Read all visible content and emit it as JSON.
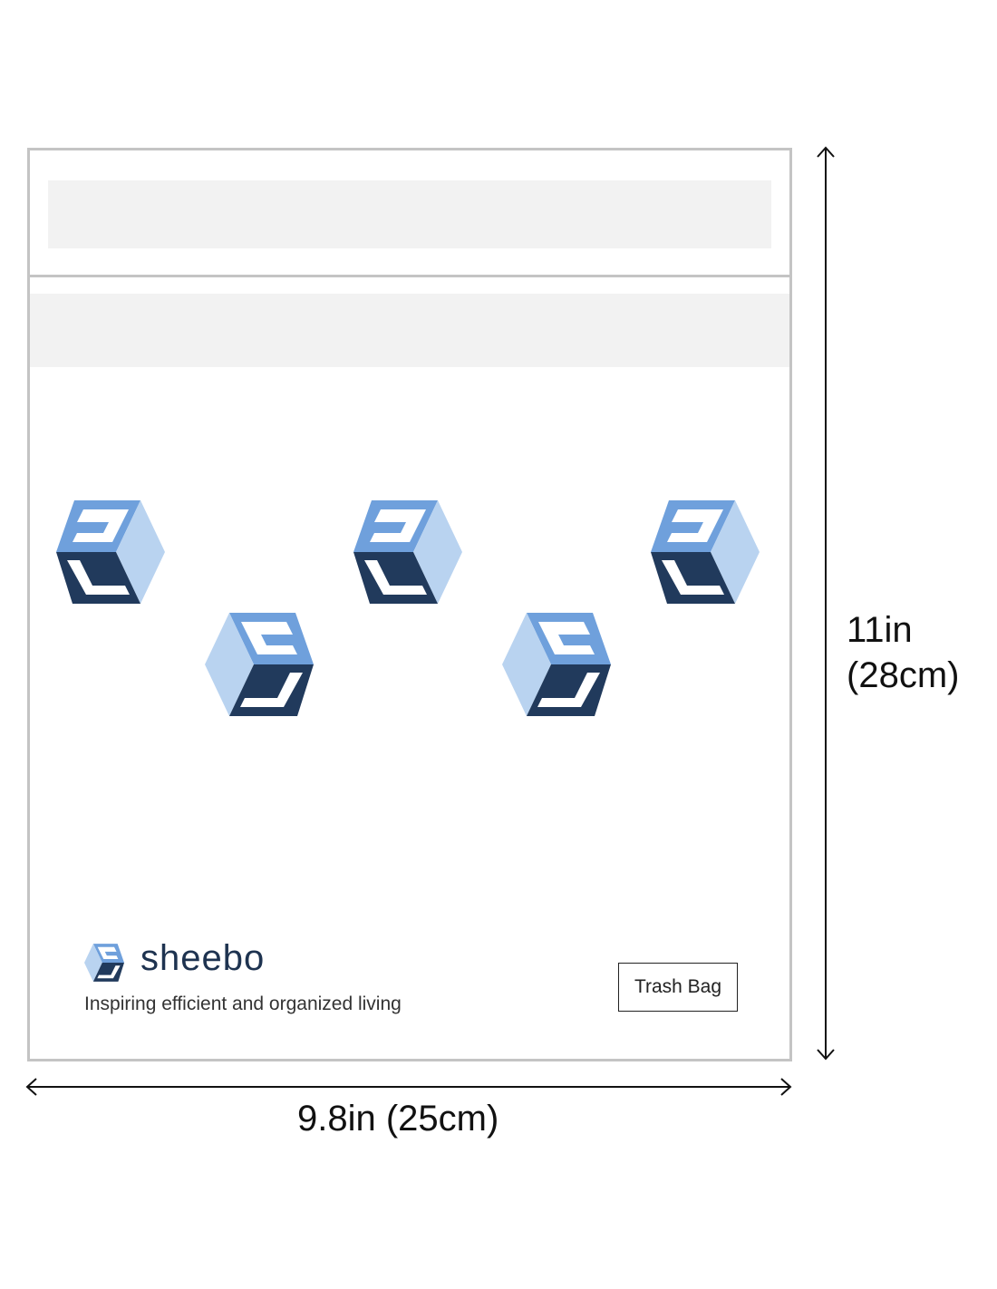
{
  "brand": {
    "name": "sheebo",
    "tagline": "Inspiring efficient and organized living"
  },
  "label": "Trash Bag",
  "dimensions": {
    "height_in": "11in",
    "height_cm": "(28cm)",
    "width": "9.8in (25cm)"
  },
  "colors": {
    "dark": "#213a5c",
    "mid": "#6fa0dc",
    "light": "#b9d3f0",
    "border": "#c4c4c4"
  }
}
